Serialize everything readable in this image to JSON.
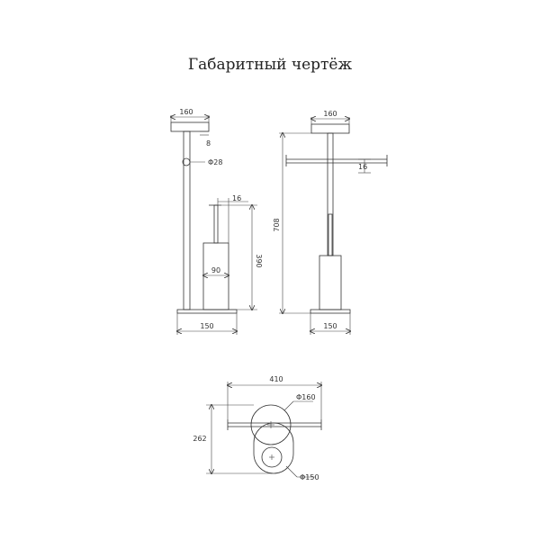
{
  "title": "Габаритный чертёж",
  "dims": {
    "front_top_width": "160",
    "front_small": "8",
    "front_hook_dia": "Φ28",
    "front_brush_offset": "16",
    "front_brush_height": "390",
    "front_holder_width": "90",
    "front_base_width": "150",
    "side_top_width": "160",
    "side_total_height": "708",
    "side_hook": "16",
    "side_base_width": "150",
    "plan_width": "410",
    "plan_top_dia": "Φ160",
    "plan_depth": "262",
    "plan_base_dia": "Φ150"
  }
}
